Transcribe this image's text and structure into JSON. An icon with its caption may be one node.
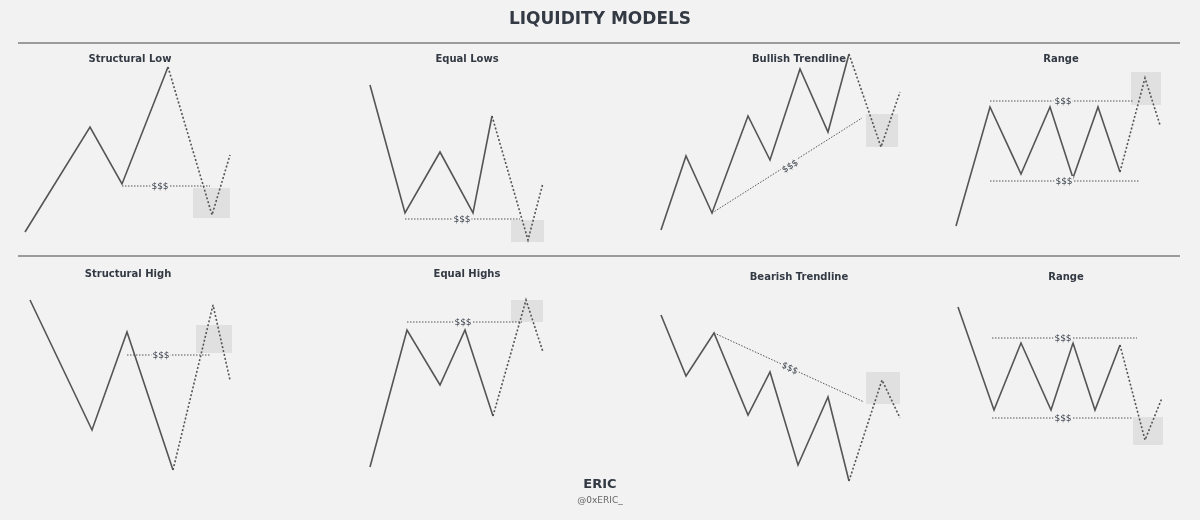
{
  "diagram": {
    "title": "LIQUIDITY MODELS",
    "labels": [
      "Structural Low",
      "$$$",
      "Equal Lows",
      "$$$",
      "Bullish Trendline",
      "$$$",
      "Range",
      "$$$",
      "$$$",
      "Structural High",
      "$$$",
      "Equal Highs",
      "$$$",
      "Bearish Trendline",
      "$$$",
      "Range",
      "$$$",
      "$$$",
      "ERIC",
      "@0xERIC_"
    ]
  }
}
